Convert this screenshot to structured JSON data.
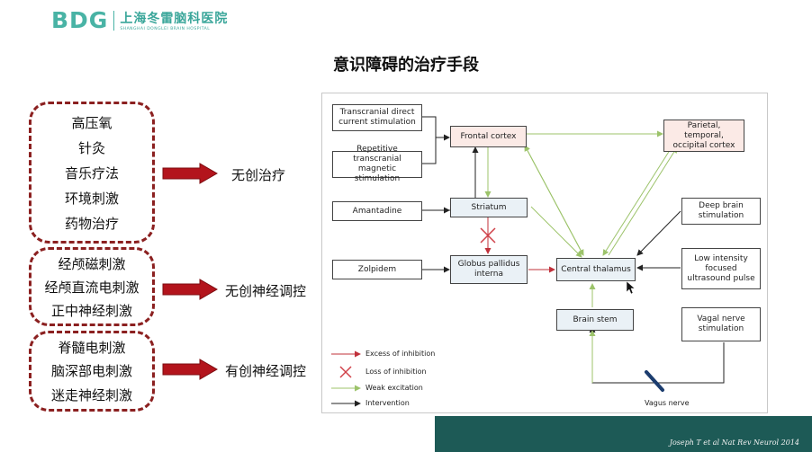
{
  "logo": {
    "mark": "BDG",
    "name_cn": "上海冬雷脑科医院",
    "name_en": "SHANGHAI DONGLEI BRAIN HOSPITAL"
  },
  "title": "意识障碍的治疗手段",
  "groups": [
    {
      "items": [
        "高压氧",
        "针灸",
        "音乐疗法",
        "环境刺激",
        "药物治疗"
      ],
      "category": "无创治疗"
    },
    {
      "items": [
        "经颅磁刺激",
        "经颅直流电刺激",
        "正中神经刺激"
      ],
      "category": "无创神经调控"
    },
    {
      "items": [
        "脊髓电刺激",
        "脑深部电刺激",
        "迷走神经刺激"
      ],
      "category": "有创神经调控"
    }
  ],
  "diagram": {
    "boxes": {
      "tdcs": "Transcranial direct current stimulation",
      "rtms": "Repetitive transcranial magnetic stimulation",
      "frontal": "Frontal cortex",
      "parietal": "Parietal, temporal, occipital cortex",
      "amantadine": "Amantadine",
      "striatum": "Striatum",
      "dbs": "Deep brain stimulation",
      "zolpidem": "Zolpidem",
      "gpi": "Globus pallidus interna",
      "thalamus": "Central thalamus",
      "lifu": "Low intensity focused ultrasound pulse",
      "brainstem": "Brain stem",
      "vns": "Vagal nerve stimulation"
    },
    "vagus_label": "Vagus nerve",
    "legend": [
      {
        "label": "Excess of inhibition",
        "color": "#c0303a"
      },
      {
        "label": "Loss of inhibition",
        "color": "#c0303a"
      },
      {
        "label": "Weak excitation",
        "color": "#9cc36a"
      },
      {
        "label": "Intervention",
        "color": "#222222"
      }
    ]
  },
  "citation": "Joseph T et al  Nat Rev Neurol 2014",
  "colors": {
    "dash_border": "#8b2020",
    "arrow_red": "#b3141c",
    "brand": "#49b3a5",
    "green": "#9cc36a",
    "red": "#c0303a"
  }
}
